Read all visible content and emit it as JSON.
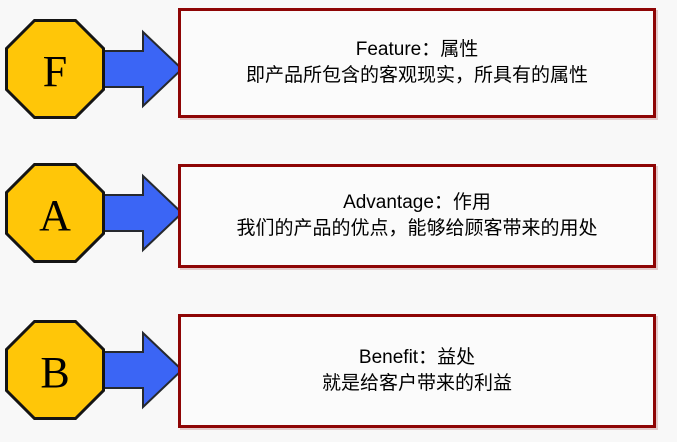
{
  "colors": {
    "page_bg": "#f8f8f8",
    "box_bg": "#fbfbfb",
    "box_border": "#8e0505",
    "octagon_fill": "#ffc608",
    "octagon_stroke": "#141414",
    "arrow_fill": "#3b65f5",
    "arrow_stroke": "#26292e",
    "text_color": "#000000"
  },
  "rows": [
    {
      "letter": "F",
      "title": "Feature：属性",
      "description": "即产品所包含的客观现实，所具有的属性"
    },
    {
      "letter": "A",
      "title": "Advantage：作用",
      "description": "我们的产品的优点，能够给顾客带来的用处"
    },
    {
      "letter": "B",
      "title": "Benefit：益处",
      "description": "就是给客户带来的利益"
    }
  ]
}
